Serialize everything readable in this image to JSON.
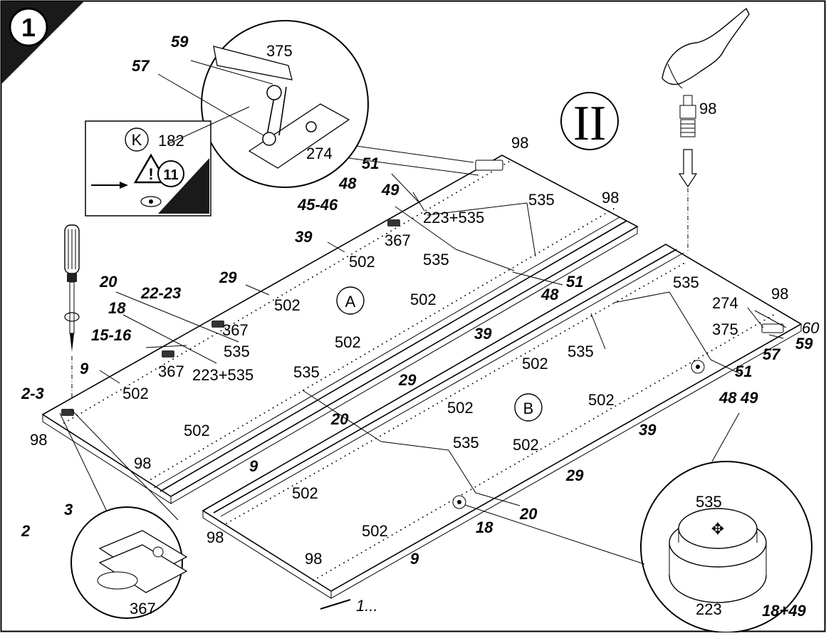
{
  "step": {
    "number": "1"
  },
  "panel_labels": {
    "a": "A",
    "b": "B",
    "roman": "II"
  },
  "warning_box": {
    "letter": "K",
    "number_182": "182",
    "step_ref": "11",
    "exclamation": "!"
  },
  "detail_hinge": {
    "375": "375",
    "274": "274",
    "59": "59",
    "57": "57"
  },
  "detail_clip": {
    "2": "2",
    "3": "3",
    "367": "367"
  },
  "detail_cam": {
    "535": "535",
    "223": "223",
    "18_49": "18+49"
  },
  "next_step": "1...",
  "labels": [
    {
      "t": "98",
      "s": "n"
    },
    {
      "t": "98",
      "s": "n"
    },
    {
      "t": "51",
      "s": "p"
    },
    {
      "t": "49",
      "s": "p"
    },
    {
      "t": "48",
      "s": "p"
    },
    {
      "t": "45-46",
      "s": "p"
    },
    {
      "t": "223+535",
      "s": "n"
    },
    {
      "t": "535",
      "s": "n"
    },
    {
      "t": "367",
      "s": "n"
    },
    {
      "t": "535",
      "s": "n"
    },
    {
      "t": "39",
      "s": "p"
    },
    {
      "t": "502",
      "s": "n"
    },
    {
      "t": "29",
      "s": "p"
    },
    {
      "t": "502",
      "s": "n"
    },
    {
      "t": "22-23",
      "s": "p"
    },
    {
      "t": "20",
      "s": "p"
    },
    {
      "t": "367",
      "s": "n"
    },
    {
      "t": "18",
      "s": "p"
    },
    {
      "t": "535",
      "s": "n"
    },
    {
      "t": "15-16",
      "s": "p"
    },
    {
      "t": "367",
      "s": "n"
    },
    {
      "t": "223+535",
      "s": "n"
    },
    {
      "t": "9",
      "s": "p"
    },
    {
      "t": "502",
      "s": "n"
    },
    {
      "t": "2-3",
      "s": "p"
    },
    {
      "t": "98",
      "s": "n"
    },
    {
      "t": "98",
      "s": "n"
    },
    {
      "t": "535",
      "s": "n"
    },
    {
      "t": "502",
      "s": "n"
    },
    {
      "t": "39",
      "s": "p"
    },
    {
      "t": "502",
      "s": "n"
    },
    {
      "t": "502",
      "s": "n"
    },
    {
      "t": "29",
      "s": "p"
    },
    {
      "t": "502",
      "s": "n"
    },
    {
      "t": "20",
      "s": "p"
    },
    {
      "t": "502",
      "s": "n"
    },
    {
      "t": "9",
      "s": "p"
    },
    {
      "t": "502",
      "s": "n"
    },
    {
      "t": "51",
      "s": "p"
    },
    {
      "t": "48",
      "s": "p"
    },
    {
      "t": "535",
      "s": "n"
    },
    {
      "t": "98",
      "s": "n"
    },
    {
      "t": "274",
      "s": "n"
    },
    {
      "t": "375",
      "s": "n"
    },
    {
      "t": "60",
      "s": "i"
    },
    {
      "t": "59",
      "s": "p"
    },
    {
      "t": "57",
      "s": "p"
    },
    {
      "t": "535",
      "s": "n"
    },
    {
      "t": "51",
      "s": "p"
    },
    {
      "t": "48",
      "s": "p"
    },
    {
      "t": "49",
      "s": "p"
    },
    {
      "t": "502",
      "s": "n"
    },
    {
      "t": "39",
      "s": "p"
    },
    {
      "t": "535",
      "s": "n"
    },
    {
      "t": "502",
      "s": "n"
    },
    {
      "t": "29",
      "s": "p"
    },
    {
      "t": "20",
      "s": "p"
    },
    {
      "t": "18",
      "s": "p"
    },
    {
      "t": "502",
      "s": "n"
    },
    {
      "t": "9",
      "s": "p"
    },
    {
      "t": "98",
      "s": "n"
    },
    {
      "t": "98",
      "s": "n"
    },
    {
      "t": "98",
      "s": "n"
    }
  ]
}
